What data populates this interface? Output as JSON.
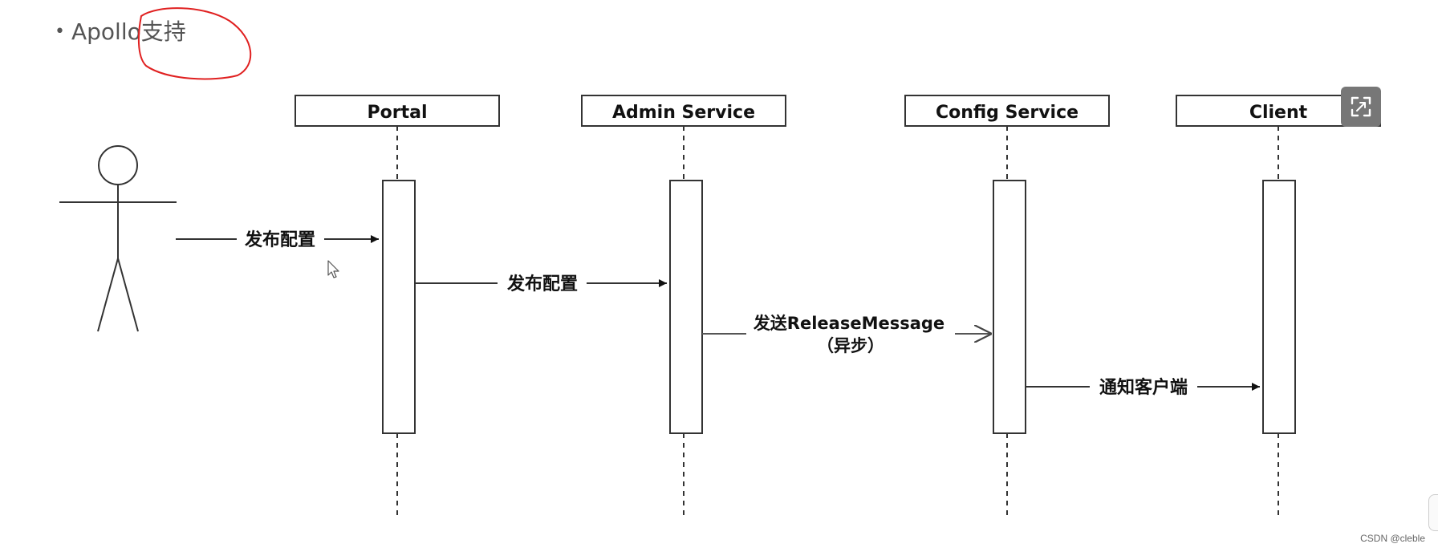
{
  "slide": {
    "bullet_prefix": "Apollo",
    "bullet_highlight": "支持",
    "annotation_color": "#e02020"
  },
  "diagram": {
    "participants": [
      {
        "id": "portal",
        "label": "Portal"
      },
      {
        "id": "admin",
        "label": "Admin Service"
      },
      {
        "id": "config",
        "label": "Config Service"
      },
      {
        "id": "client",
        "label": "Client"
      }
    ],
    "messages": [
      {
        "from": "actor",
        "to": "portal",
        "label": "发布配置",
        "style": "sync"
      },
      {
        "from": "portal",
        "to": "admin",
        "label": "发布配置",
        "style": "sync"
      },
      {
        "from": "admin",
        "to": "config",
        "label": "发送ReleaseMessage",
        "sublabel": "（异步）",
        "style": "async"
      },
      {
        "from": "config",
        "to": "client",
        "label": "通知客户端",
        "style": "sync"
      }
    ]
  },
  "icons": {
    "expand": "expand-icon"
  },
  "watermark": "CSDN @cleble"
}
